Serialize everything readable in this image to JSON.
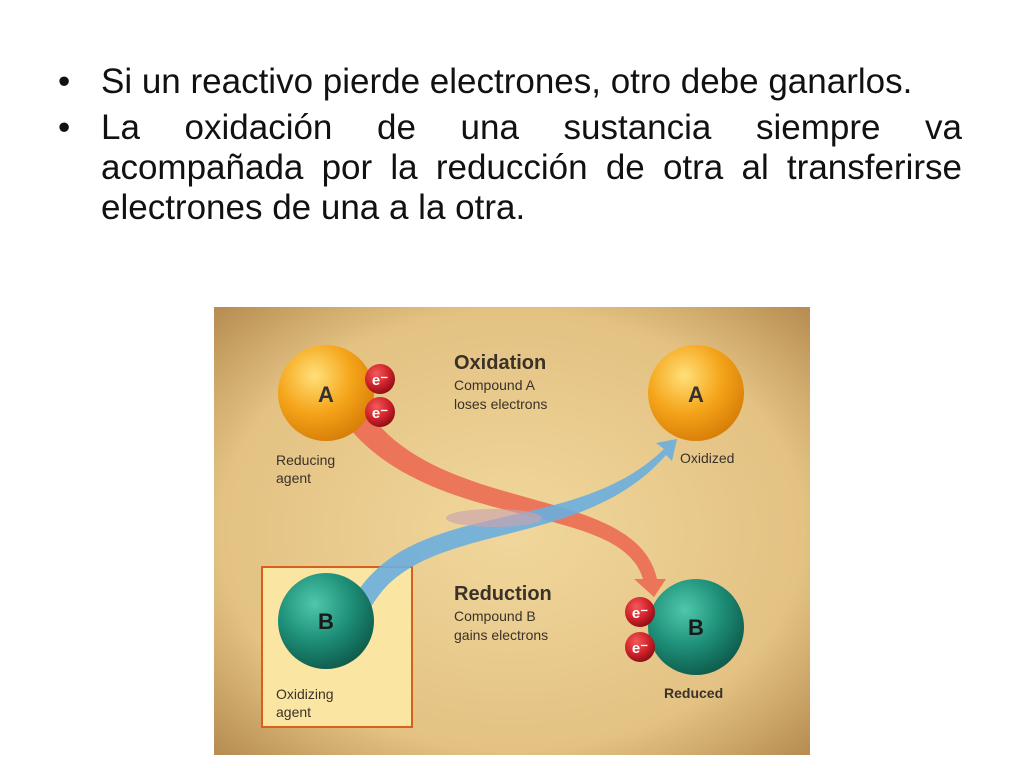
{
  "bullets": [
    {
      "marker": "•",
      "text": "Si un reactivo pierde electrones, otro debe ganarlos."
    },
    {
      "marker": "•",
      "text": "La oxidación de una sustancia siempre va acompañada por la reducción de otra al transferirse electrones de una a la otra."
    }
  ],
  "diagram": {
    "compound_a_label": "A",
    "compound_b_label": "B",
    "electron_label": "e⁻",
    "oxidation_title": "Oxidation",
    "oxidation_line1": "Compound A",
    "oxidation_line2": "loses electrons",
    "reduction_title": "Reduction",
    "reduction_line1": "Compound B",
    "reduction_line2": "gains electrons",
    "reducing_agent_line1": "Reducing",
    "reducing_agent_line2": "agent",
    "oxidizing_agent_line1": "Oxidizing",
    "oxidizing_agent_line2": "agent",
    "oxidized_label": "Oxidized",
    "reduced_label": "Reduced",
    "colors": {
      "background": "#e9c98c",
      "compound_a": "#f3a018",
      "compound_b": "#1e8f78",
      "electron": "#d0212a",
      "oxidation_arrow": "#ec6e55",
      "reduction_arrow": "#6aaede",
      "highlight_box": "#fbe5a2",
      "highlight_border": "#d8601f"
    }
  }
}
